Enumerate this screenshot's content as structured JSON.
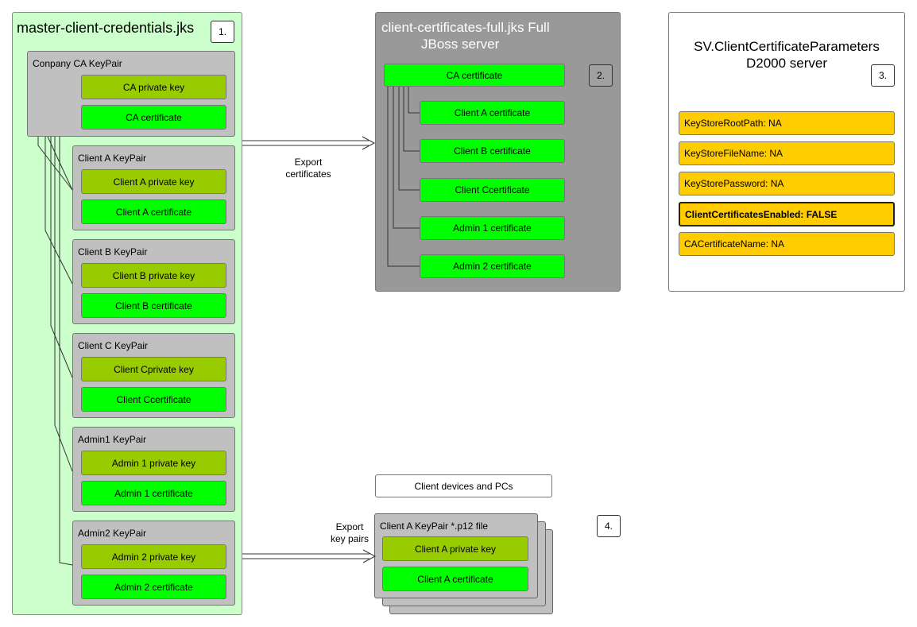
{
  "master": {
    "title": "master-client-credentials.jks",
    "number": "1.",
    "keypairs": [
      {
        "title": "Conpany CA KeyPair",
        "private_key": "CA private key",
        "certificate": "CA certificate"
      },
      {
        "title": "Client A KeyPair",
        "private_key": "Client A private key",
        "certificate": "Client A certificate"
      },
      {
        "title": "Client B KeyPair",
        "private_key": "Client B private key",
        "certificate": "Client B certificate"
      },
      {
        "title": "Client C KeyPair",
        "private_key": "Client Cprivate key",
        "certificate": "Client Ccertificate"
      },
      {
        "title": "Admin1 KeyPair",
        "private_key": "Admin 1 private key",
        "certificate": "Admin 1 certificate"
      },
      {
        "title": "Admin2 KeyPair",
        "private_key": "Admin 2 private key",
        "certificate": "Admin 2 certificate"
      }
    ]
  },
  "jboss": {
    "title_line1": "client-certificates-full.jks Full",
    "title_line2": "JBoss server",
    "number": "2.",
    "ca_certificate": "CA certificate",
    "certificates": [
      "Client A certificate",
      "Client B certificate",
      "Client Ccertificate",
      "Admin 1 certificate",
      "Admin 2 certificate"
    ]
  },
  "d2000": {
    "title_line1": "SV.ClientCertificateParameters",
    "title_line2": "D2000 server",
    "number": "3.",
    "params": [
      "KeyStoreRootPath:  NA",
      "KeyStoreFileName:  NA",
      "KeyStorePassword:  NA",
      "ClientCertificatesEnabled: FALSE",
      "CACertificateName: NA"
    ]
  },
  "client_devices": {
    "label": "Client devices and PCs",
    "number": "4.",
    "file_title": "Client A KeyPair *.p12 file",
    "private_key": "Client A private key",
    "certificate": "Client A certificate"
  },
  "arrows": {
    "export_certificates_line1": "Export",
    "export_certificates_line2": "certificates",
    "export_key_pairs_line1": "Export",
    "export_key_pairs_line2": "key pairs"
  }
}
